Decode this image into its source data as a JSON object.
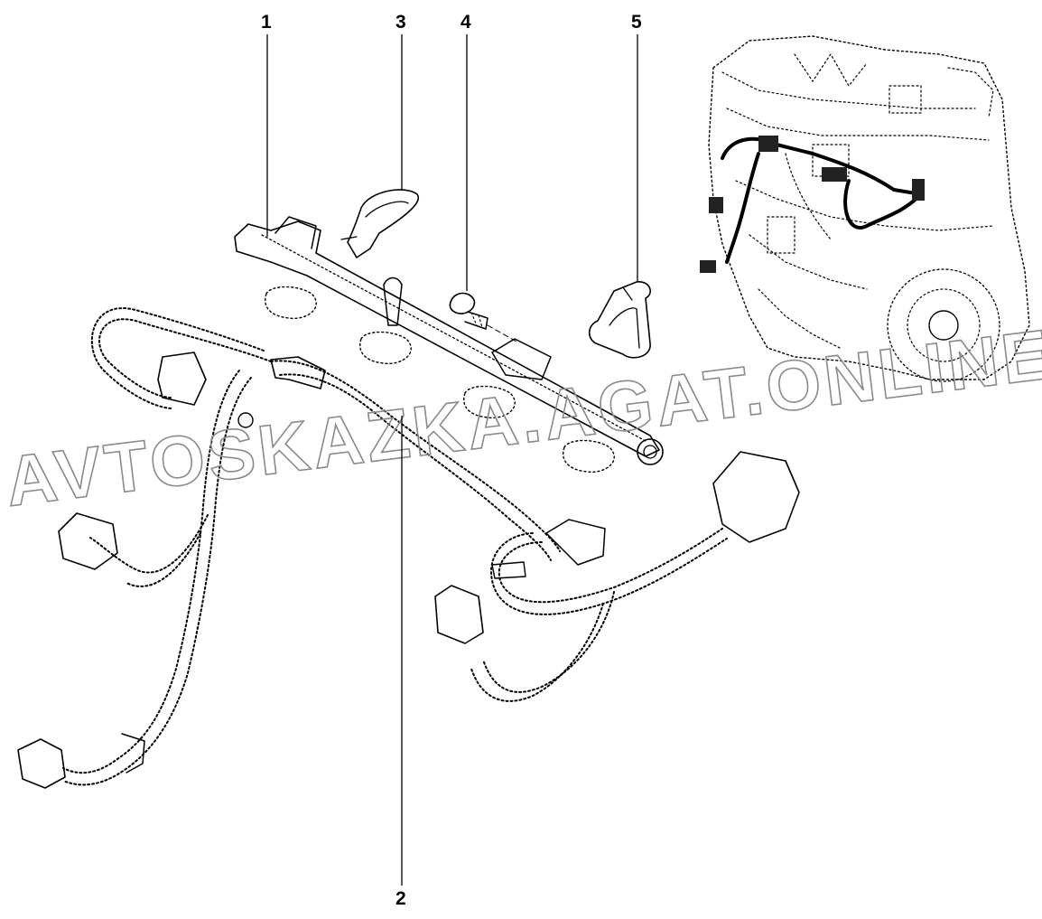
{
  "callouts": [
    {
      "label": "1"
    },
    {
      "label": "2"
    },
    {
      "label": "3"
    },
    {
      "label": "4"
    },
    {
      "label": "5"
    }
  ],
  "watermark": "AVTOSKAZKA.AGAT.ONLINE"
}
